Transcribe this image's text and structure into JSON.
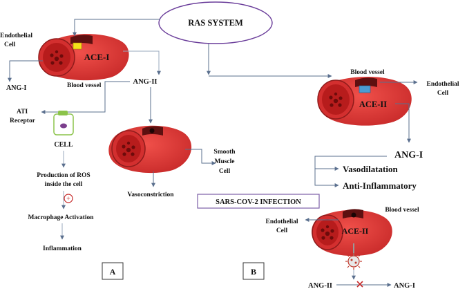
{
  "top": {
    "ras_system": "RAS SYSTEM",
    "ace1_endothelial": [
      "Endothelial",
      "Cell"
    ],
    "ace1_label": "ACE-I",
    "ang1_left": "ANG-I",
    "blood_vessel_left": "Blood vessel",
    "ang2_center": "ANG-II"
  },
  "panel_a": {
    "at1_receptor": [
      "ATI",
      "Receptor"
    ],
    "cell": "CELL",
    "ros": [
      "Production of ROS",
      "inside the cell"
    ],
    "plus_symbol": "+",
    "macrophage": "Macrophage Activation",
    "inflammation": "Inflammation",
    "smooth_muscle": [
      "Smooth",
      "Muscle",
      "Cell"
    ],
    "vasoconstriction": "Vasoconstriction",
    "box_label": "A"
  },
  "panel_b": {
    "blood_vessel_top": "Blood vessel",
    "endothelial_right": [
      "Endothelial",
      "Cell"
    ],
    "ace2_top": "ACE-II",
    "ang1": "ANG-I",
    "vasodilatation": "Vasodilatation",
    "anti_inflammatory": "Anti-Inflammatory",
    "sars_box": "SARS-COV-2 INFECTION",
    "blood_vessel_bottom": "Blood vessel",
    "endothelial_bottom": [
      "Endothelial",
      "Cell"
    ],
    "ace2_bottom": "ACE-II",
    "ang2_bottom": "ANG-II",
    "ang1_bottom": "ANG-I",
    "box_label": "B"
  },
  "colors": {
    "vessel_red": "#e53935",
    "vessel_dark": "#b71c1c",
    "endothelium": "#5d1010",
    "ellipse_stroke": "#6a3d9a",
    "box_stroke": "#7b5ea7",
    "arrow": "#5a6f8e",
    "cell_green": "#8bc34a",
    "nucleus": "#7b3f8c",
    "yellow_marker": "#f4e21a",
    "blue_marker": "#4b9cd3"
  }
}
